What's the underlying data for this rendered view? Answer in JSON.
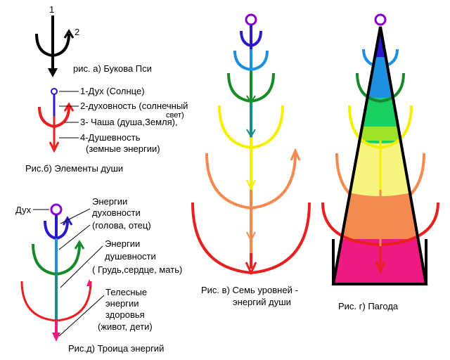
{
  "colors": {
    "violet": "#8800cc",
    "indigo": "#2a1acc",
    "blue": "#1f8fe0",
    "green": "#198a2a",
    "yellow": "#f5f000",
    "orange": "#f58a50",
    "red": "#e82020",
    "magenta": "#ee1a82",
    "teal": "#1a8a8a",
    "black": "#000000"
  },
  "fig_a": {
    "label_1": "1",
    "label_2": "2",
    "caption": "рис. а) Букова Пси"
  },
  "fig_b": {
    "items": [
      {
        "label": "1-Дух (Солнце)"
      },
      {
        "label": "2-духовность (солнечный",
        "extra": "свет)"
      },
      {
        "label": "3- Чаша (душа,Земля),"
      },
      {
        "label": "4-Душевность",
        "extra": "(земные энергии)"
      }
    ],
    "caption": "Рис.б)  Элементы  души"
  },
  "fig_d": {
    "spirit_label": "Дух",
    "group1": [
      "Энергии",
      "духовности",
      "(голова, отец)"
    ],
    "group2": [
      "Энергии",
      "душевности",
      "( Грудь,сердце, мать)"
    ],
    "group3": [
      "Телесные",
      "энергии",
      "здоровья",
      "(живот, дети)"
    ],
    "caption": "Рис.д)  Троица энергий"
  },
  "fig_v": {
    "caption_line1": "Рис. в) Семь уровней -",
    "caption_line2": "энергий души"
  },
  "fig_g": {
    "caption": "Рис. г) Пагода"
  }
}
